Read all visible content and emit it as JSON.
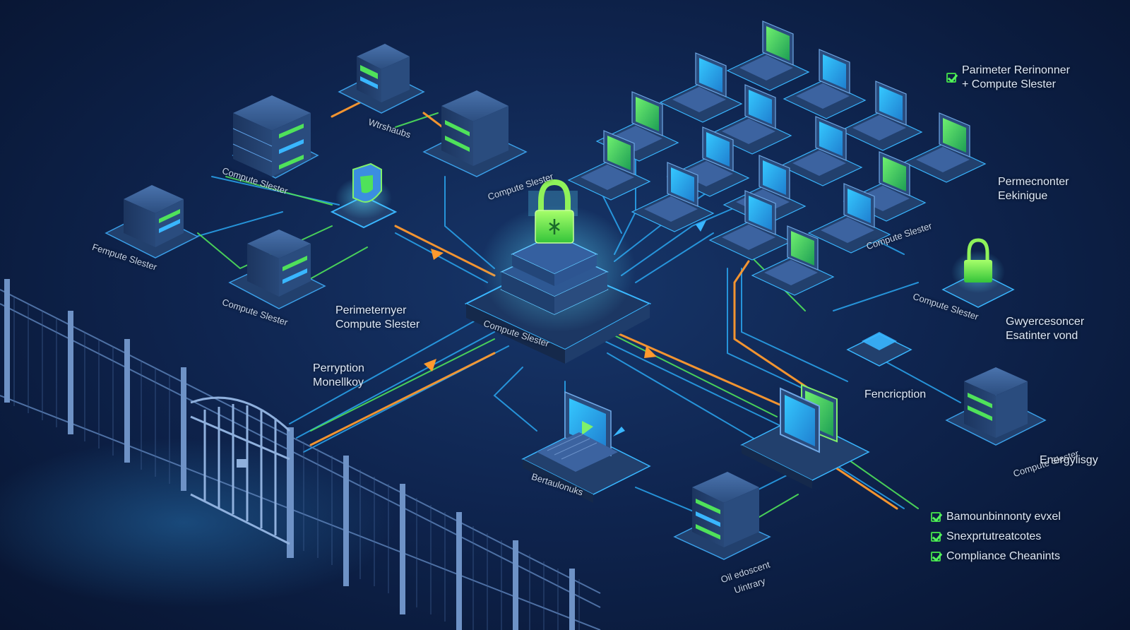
{
  "colors": {
    "background": "#0f2550",
    "accent_green": "#53f25c",
    "accent_blue": "#39b6ff",
    "accent_orange": "#ff9a2e",
    "node_body": "#2d4f82"
  },
  "center_node": {
    "icon": "lock-icon",
    "label": "Compute Slester"
  },
  "labels": {
    "server_top": "Wtrshaubs",
    "server_left_stack": "Compute Slester",
    "server_top_right": "Compute Slester",
    "server_left": "Fempute Slester",
    "server_mid_left": "Compute Slester",
    "callout_mid": "Perimeternyer\nCompute Slester",
    "perimeter_monitoring": "Perryption\nMonellkoy",
    "laptop_bottom": "Bertaulonuks",
    "server_bottom": "Oil edoscent\nUintrary",
    "encryption": "Fencricption",
    "server_right_bottom": "Compute Slester",
    "entropy": "Energylisgy",
    "laptop_cluster": "Compute Slester",
    "lock_right": "Compute Slester",
    "perimeter_technique": "Permecnonter\nEekinigue",
    "gateway_endpoint": "Gwyercesoncer\nEsatinter vond"
  },
  "legend_top": {
    "line1": "Parimeter Rerinonner",
    "line2": "+ Compute Slester"
  },
  "checklist": [
    "Bamounbinnonty evxel",
    "Snexprtutreatcotes",
    "Compliance Cheanints"
  ]
}
